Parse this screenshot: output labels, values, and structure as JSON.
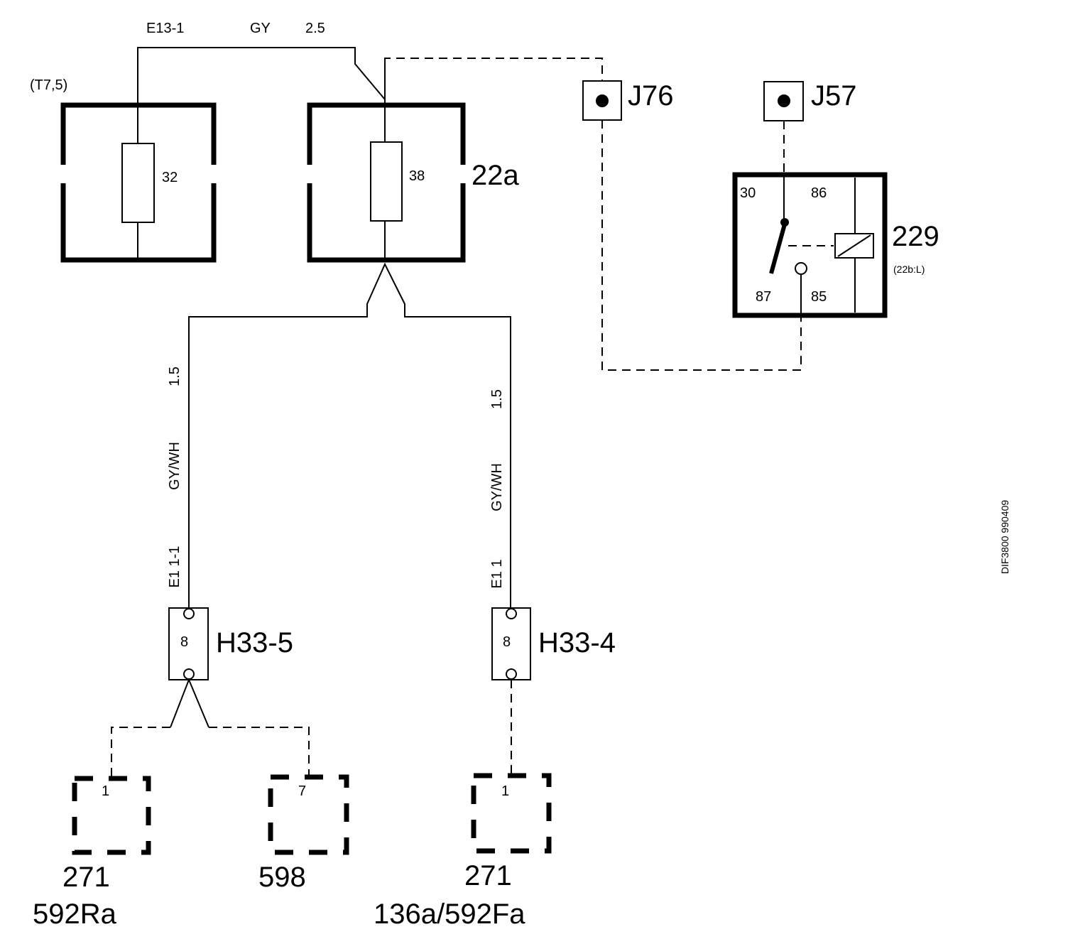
{
  "top_wire": {
    "circuit": "E13-1",
    "color": "GY",
    "gauge": "2.5"
  },
  "fuse_32": {
    "rating": "(T7,5)",
    "number": "32"
  },
  "fuse_38": {
    "number": "38",
    "box_label": "22a"
  },
  "ground_points": [
    {
      "label": "J76"
    },
    {
      "label": "J57"
    }
  ],
  "relay": {
    "number": "229",
    "location": "(22b:L)",
    "pins": {
      "p30": "30",
      "p86": "86",
      "p87": "87",
      "p85": "85"
    }
  },
  "left_branch": {
    "gauge": "1.5",
    "color": "GY/WH",
    "circuit": "E1  1-1"
  },
  "right_branch": {
    "gauge": "1.5",
    "color": "GY/WH",
    "circuit": "E1  1"
  },
  "connectors": [
    {
      "pin": "8",
      "label": "H33-5"
    },
    {
      "pin": "8",
      "label": "H33-4"
    }
  ],
  "components": [
    {
      "pin": "1",
      "line1": "271",
      "line2": "592Ra"
    },
    {
      "pin": "7",
      "line1": "598",
      "line2": ""
    },
    {
      "pin": "1",
      "line1": "271",
      "line2": "136a/592Fa"
    }
  ],
  "doc_id": "DIF3800 990409"
}
